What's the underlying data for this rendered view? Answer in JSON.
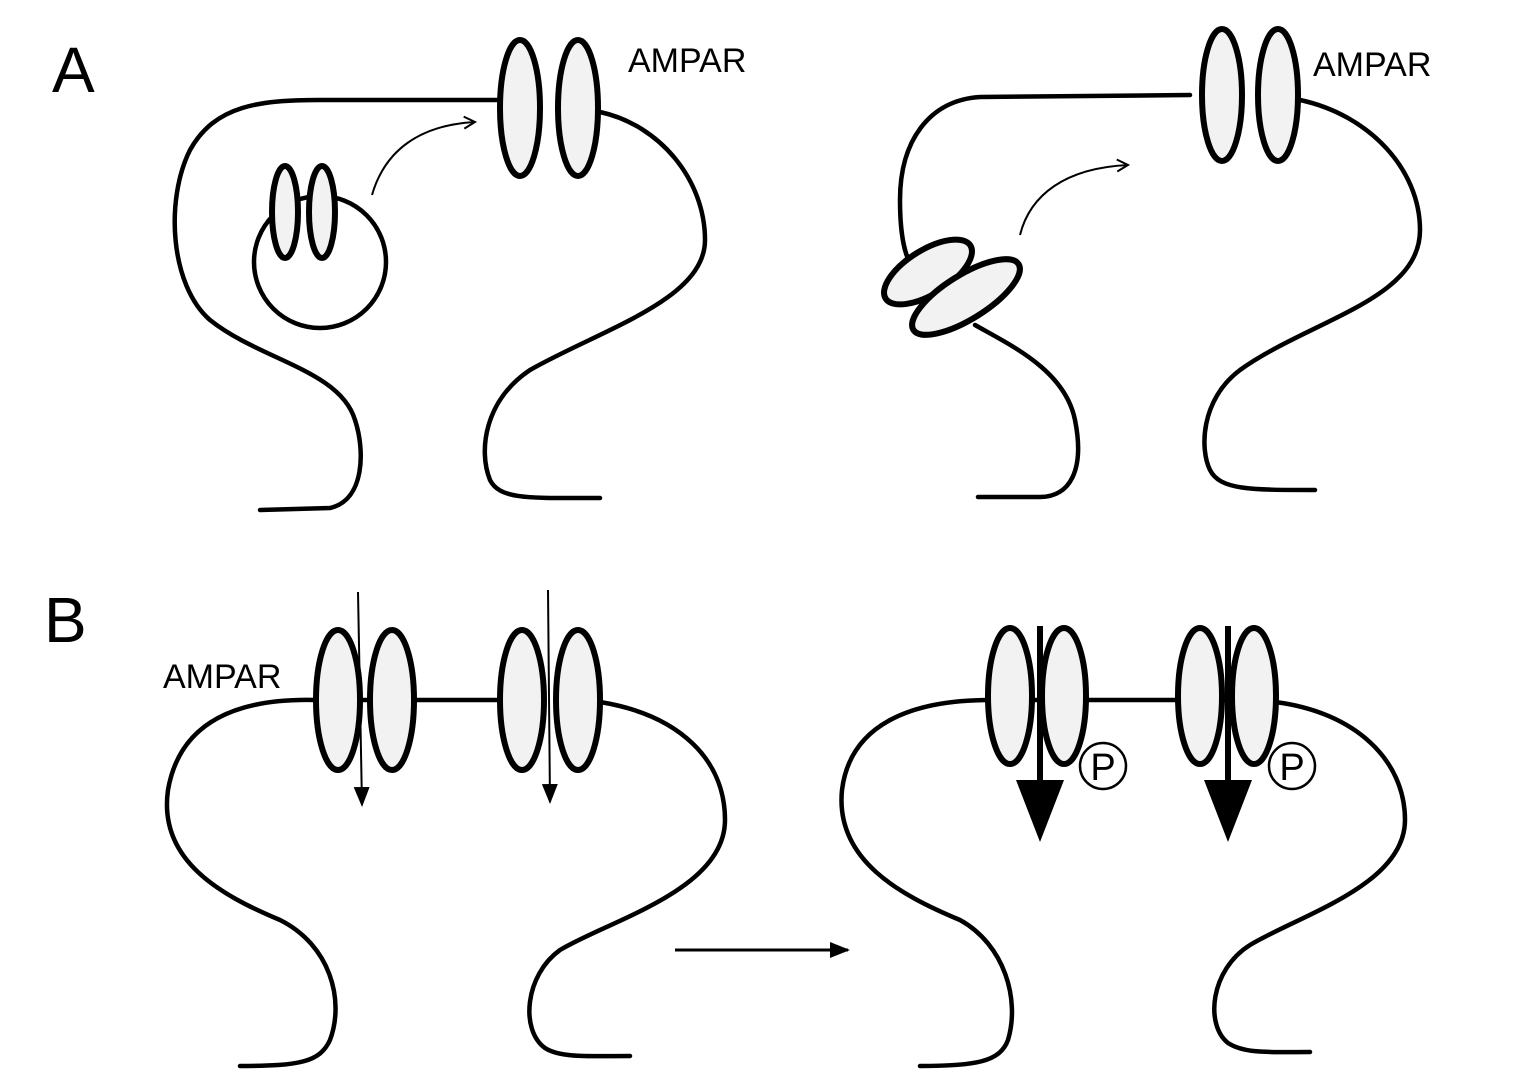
{
  "panels": {
    "a": {
      "label": "A",
      "left_receptor_label": "AMPAR",
      "right_receptor_label": "AMPAR"
    },
    "b": {
      "label": "B",
      "receptor_label": "AMPAR",
      "phospho_1": "P",
      "phospho_2": "P"
    }
  }
}
